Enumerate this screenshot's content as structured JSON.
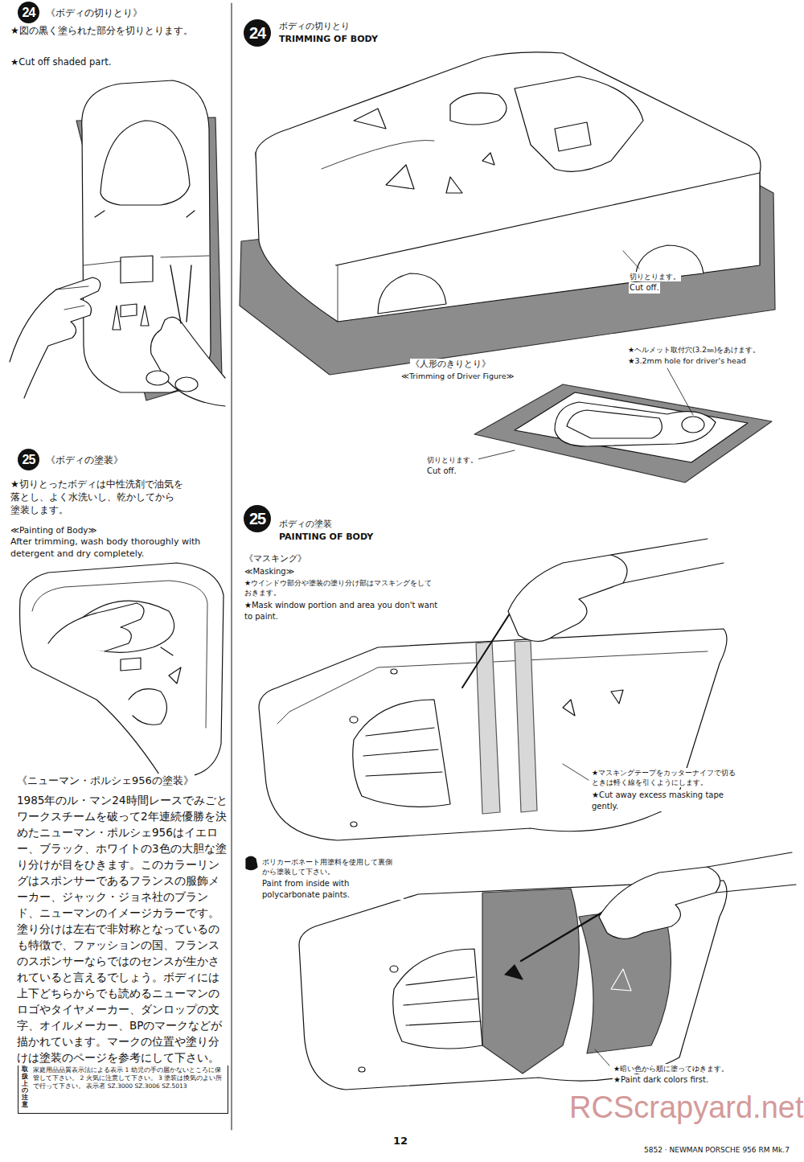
{
  "diagram": {
    "nodes": [
      {
        "text": [
          "24"
        ]
      },
      {
        "text": [
          "24"
        ]
      },
      {
        "text": [
          "25"
        ]
      },
      {
        "text": [
          "25"
        ]
      },
      {
        "text": [
          "取扱上の注意",
          "家庭用品品質表示法による表示 1 幼児の手の届かないところに保管して下さい。 2 火気に注意して下さい。 3 塗装は換気のよい所で行って下さい。 表示者 SZ.3000 SZ.3006 SZ.5013"
        ]
      }
    ],
    "labels": [
      "《ボディの切りとり》",
      "★図の黒く塗られた部分を切りとります。",
      "★Cut off shaded part.",
      "《ボディの塗装》",
      "★切りとったボディは中性洗剤で油気を落とし、よく水洗いし、乾かしてから塗装します。",
      "≪Painting of Body≫",
      "After trimming, wash body thoroughly with detergent and dry completely.",
      "《ニューマン・ポルシェ956の塗装》",
      "1985年のル・マン24時間レースでみごとワークスチームを破って2年連続優勝を決めたニューマン・ポルシェ956はイエロー、ブラック、ホワイトの3色の大胆な塗り分けが目をひきます。このカラーリングはスポンサーであるフランスの服飾メーカー、ジャック・ジョネ社のブランド、ニューマンのイメージカラーです。塗り分けは左右で非対称となっているのも特徴で、ファッションの国、フランスのスポンサーならではのセンスが生かされていると言えるでしょう。ボディには上下どちらからでも読めるニューマンのロゴやタイヤメーカー、ダンロップの文字、オイルメーカー、BPのマークなどが描かれています。マークの位置や塗り分けは塗装のページを参考にして下さい。",
      "ボディの切りとり",
      "TRIMMING OF BODY",
      "切りとります。",
      "Cut off.",
      "《人形のきりとり》",
      "≪Trimming of Driver Figure≫",
      "★ヘルメット取付穴(3.2㎜)をあけます。",
      "★3.2mm hole for driver's head",
      "切りとります。",
      "Cut off.",
      "ボディの塗装",
      "PAINTING OF BODY",
      "《マスキング》",
      "≪Masking≫",
      "★ウインドウ部分や塗装の塗り分け部はマスキングをしておきます。",
      "★Mask window portion and area you don't want to paint.",
      "★マスキングテープをカッターナイフで切るときは軽く線を引くようにします。",
      "★Cut away excess masking tape gently.",
      "ポリカーボネート用塗料を使用して裏側から塗装して下さい。",
      "Paint from inside with polycarbonate paints.",
      "★暗い色から順に塗ってゆきます。",
      "★Paint dark colors first.",
      "12",
      "5852 · NEWMAN PORSCHE 956 RM Mk.7",
      "RCScrapyard.net"
    ]
  }
}
